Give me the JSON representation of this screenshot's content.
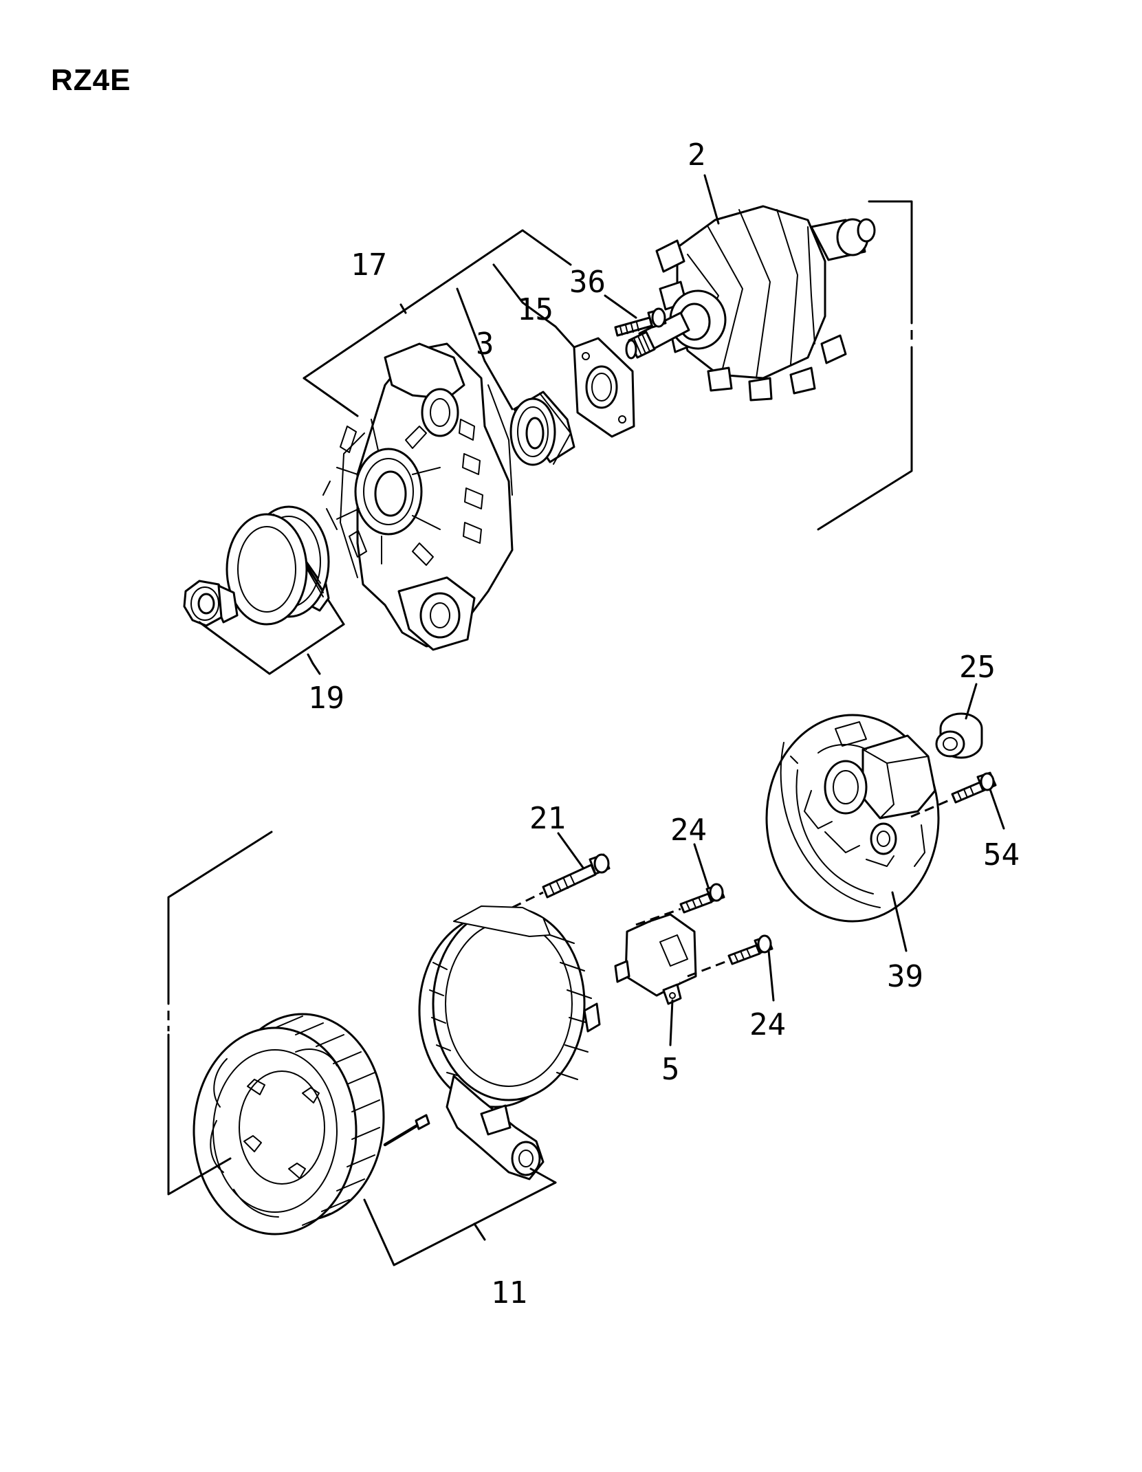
{
  "diagram": {
    "model_code": "RZ4E",
    "callouts": {
      "rotor": "2",
      "front_bearing": "3",
      "ic_regulator": "5",
      "stator_rear_frame_set": "11",
      "bearing_retainer": "15",
      "drive_end_frame_set": "17",
      "pulley_nut_set": "19",
      "through_bolt": "21",
      "regulator_screw_upper": "24",
      "regulator_screw_lower": "24",
      "terminal_insulator": "25",
      "retainer_screw": "36",
      "rear_end_cover": "39",
      "cover_screw": "54"
    }
  },
  "colors": {
    "ink": "#000000",
    "paper": "#ffffff"
  }
}
